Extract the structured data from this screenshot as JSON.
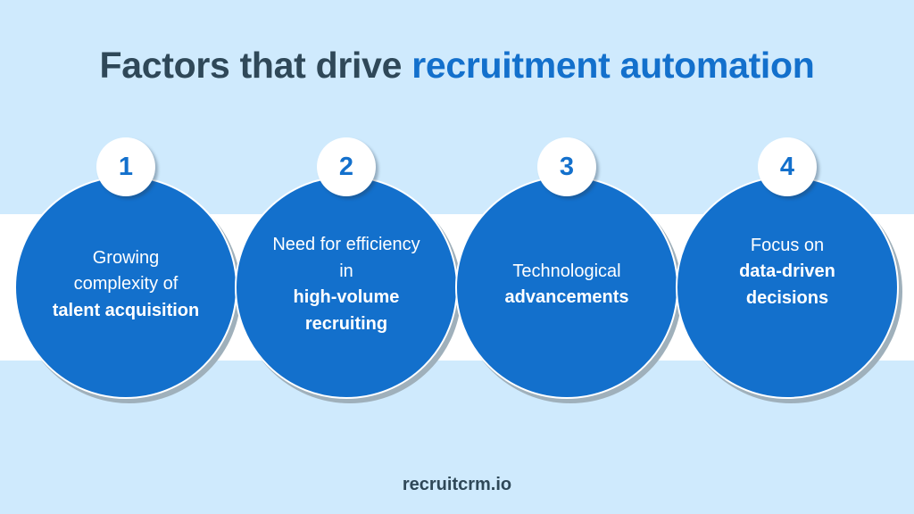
{
  "title": {
    "prefix": "Factors that drive ",
    "highlight": "recruitment automation"
  },
  "colors": {
    "background": "#cfeafd",
    "band": "#ffffff",
    "circle_fill": "#1370cc",
    "title_dark": "#2f4858",
    "title_accent": "#1370cc"
  },
  "factors": [
    {
      "number": "1",
      "normal": "Growing complexity of",
      "bold": "talent acquisition"
    },
    {
      "number": "2",
      "normal": "Need for efficiency in",
      "bold": "high-volume recruiting"
    },
    {
      "number": "3",
      "normal": "Technological",
      "bold": "advancements"
    },
    {
      "number": "4",
      "normal": "Focus on",
      "bold": "data-driven decisions"
    }
  ],
  "footer": {
    "brand": "recruitcrm.io"
  }
}
